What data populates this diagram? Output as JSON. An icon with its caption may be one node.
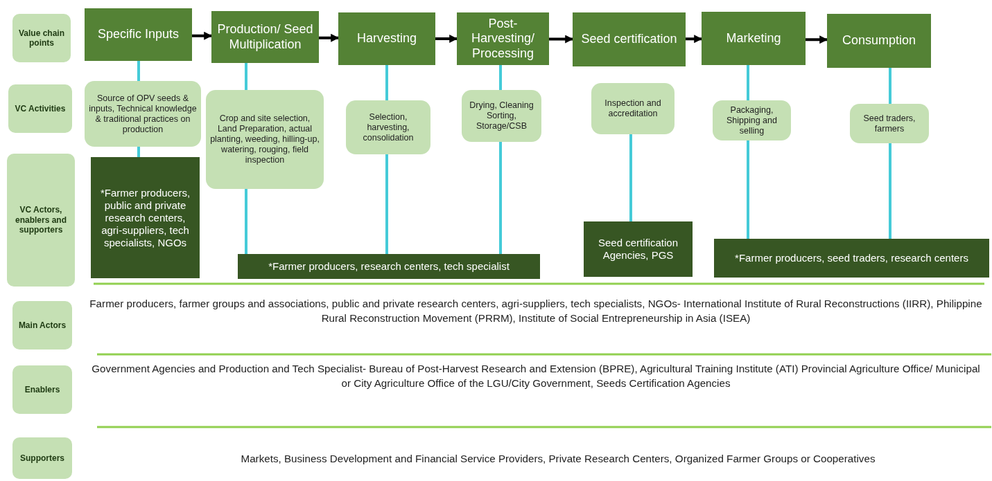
{
  "diagram": {
    "nodes": [
      {
        "text": [
          "Value chain points"
        ]
      },
      {
        "text": [
          "VC Activities"
        ]
      },
      {
        "text": [
          "VC Actors, enablers and supporters"
        ]
      },
      {
        "text": [
          "Main Actors"
        ]
      },
      {
        "text": [
          "Enablers"
        ]
      },
      {
        "text": [
          "Supporters"
        ]
      },
      {
        "text": [
          "Specific Inputs"
        ]
      },
      {
        "text": [
          "Production/ Seed Multiplication"
        ]
      },
      {
        "text": [
          "Harvesting"
        ]
      },
      {
        "text": [
          "Post-Harvesting/ Processing"
        ]
      },
      {
        "text": [
          "Seed certification"
        ]
      },
      {
        "text": [
          "Marketing"
        ]
      },
      {
        "text": [
          "Consumption"
        ]
      },
      {
        "text": [
          "Source of OPV seeds & inputs, Technical knowledge & traditional practices on production"
        ]
      },
      {
        "text": [
          "Crop and site selection, Land Preparation, actual planting, weeding, hilling-up, watering, rouging, field inspection"
        ]
      },
      {
        "text": [
          "Selection, harvesting, consolidation"
        ]
      },
      {
        "text": [
          "Drying, Cleaning Sorting, Storage/CSB"
        ]
      },
      {
        "text": [
          "Inspection and accreditation"
        ]
      },
      {
        "text": [
          "Packaging, Shipping and selling"
        ]
      },
      {
        "text": [
          "Seed traders, farmers"
        ]
      },
      {
        "text": [
          "*Farmer producers, public and private research centers, agri-suppliers, tech specialists, NGOs"
        ]
      },
      {
        "text": [
          "*Farmer producers, research centers, tech specialist"
        ]
      },
      {
        "text": [
          "Seed certification Agencies, PGS"
        ]
      },
      {
        "text": [
          "*Farmer producers, seed traders, research centers"
        ]
      }
    ],
    "edges": [
      {
        "from": 6,
        "to": 7,
        "arrow": "to",
        "color": "#000000"
      },
      {
        "from": 7,
        "to": 8,
        "arrow": "to",
        "color": "#000000"
      },
      {
        "from": 8,
        "to": 9,
        "arrow": "to",
        "color": "#000000"
      },
      {
        "from": 9,
        "to": 10,
        "arrow": "to",
        "color": "#000000"
      },
      {
        "from": 10,
        "to": 11,
        "arrow": "to",
        "color": "#000000"
      },
      {
        "from": 11,
        "to": 12,
        "arrow": "to",
        "color": "#000000"
      },
      {
        "from": 6,
        "to": 13,
        "arrow": "none"
      },
      {
        "from": 13,
        "to": 20,
        "arrow": "none"
      },
      {
        "from": 7,
        "to": 14,
        "arrow": "none"
      },
      {
        "from": 14,
        "to": 21,
        "arrow": "none"
      },
      {
        "from": 8,
        "to": 15,
        "arrow": "none"
      },
      {
        "from": 15,
        "to": 21,
        "arrow": "none"
      },
      {
        "from": 9,
        "to": 16,
        "arrow": "none"
      },
      {
        "from": 16,
        "to": 21,
        "arrow": "none"
      },
      {
        "from": 17,
        "to": 22,
        "arrow": "none"
      },
      {
        "from": 11,
        "to": 18,
        "arrow": "none"
      },
      {
        "from": 18,
        "to": 23,
        "arrow": "none"
      },
      {
        "from": 12,
        "to": 19,
        "arrow": "none"
      },
      {
        "from": 19,
        "to": 23,
        "arrow": "none"
      }
    ],
    "labels": [
      "Farmer producers, farmer groups and associations, public and private research centers, agri-suppliers, tech specialists, NGOs- International Institute of Rural Reconstructions (IIRR), Philippine Rural Reconstruction Movement (PRRM), Institute of Social Entrepreneurship in Asia (ISEA)",
      "Government Agencies and Production and Tech Specialist- Bureau of Post-Harvest Research and Extension (BPRE), Agricultural Training Institute (ATI) Provincial Agriculture Office/ Municipal or City Agriculture Office of the LGU/City Government,  Seeds Certification Agencies",
      "Markets, Business Development and Financial Service Providers, Private Research Centers, Organized Farmer Groups or Cooperatives"
    ]
  }
}
